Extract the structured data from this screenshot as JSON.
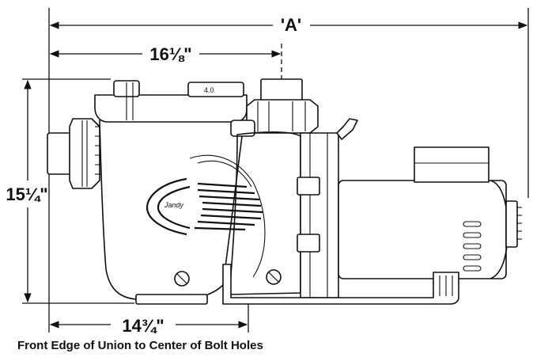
{
  "dimensions": {
    "overall_length": "'A'",
    "union_to_pot_center": "16⅛\"",
    "height": "15¼\"",
    "union_to_bolt_holes": "14¾\""
  },
  "pump": {
    "brand_mark": "Jandy",
    "lid_badge": "4.0"
  },
  "caption": "Front Edge of Union to Center of Bolt Holes"
}
